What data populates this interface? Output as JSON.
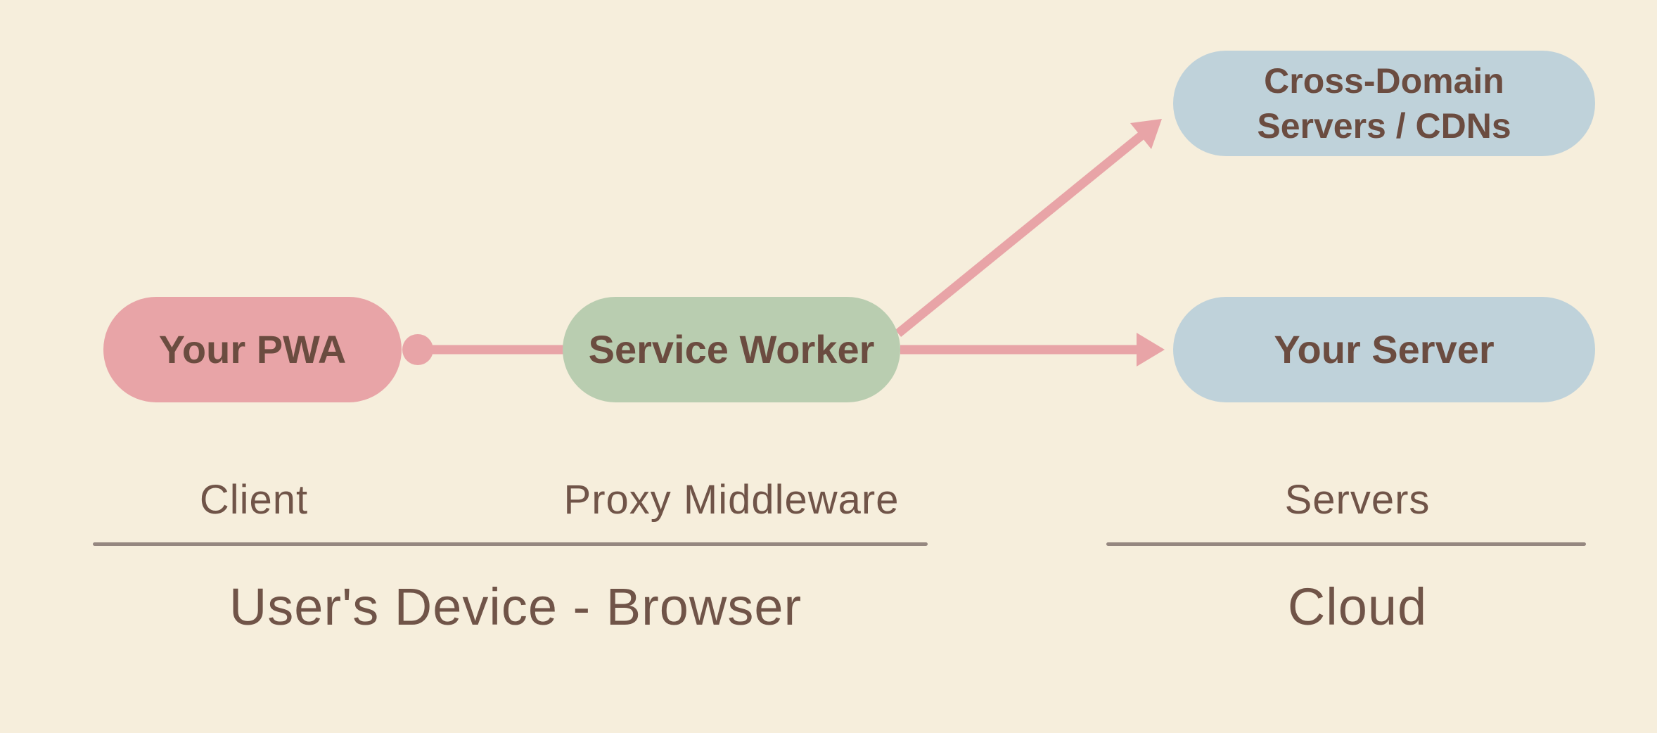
{
  "colors": {
    "background": "#f6eedc",
    "pink": "#e8a4a7",
    "green": "#b9cdb0",
    "blue": "#bfd2da",
    "node_text": "#6b4c40",
    "label_text": "#705448",
    "rule": "#958780"
  },
  "nodes": {
    "your_pwa": {
      "label": "Your PWA",
      "color": "#e8a4a7"
    },
    "service_worker": {
      "label": "Service Worker",
      "color": "#b9cdb0"
    },
    "cross_domain": {
      "label_line1": "Cross-Domain",
      "label_line2": "Servers / CDNs",
      "color": "#bfd2da"
    },
    "your_server": {
      "label": "Your Server",
      "color": "#bfd2da"
    }
  },
  "section_labels": {
    "client": "Client",
    "proxy_middleware": "Proxy Middleware",
    "servers": "Servers"
  },
  "group_labels": {
    "left": "User's Device - Browser",
    "right": "Cloud"
  },
  "connectors": [
    {
      "from": "your_pwa",
      "to": "service_worker",
      "style": "line-with-dot"
    },
    {
      "from": "service_worker",
      "to": "cross_domain",
      "style": "arrow"
    },
    {
      "from": "service_worker",
      "to": "your_server",
      "style": "arrow"
    }
  ]
}
